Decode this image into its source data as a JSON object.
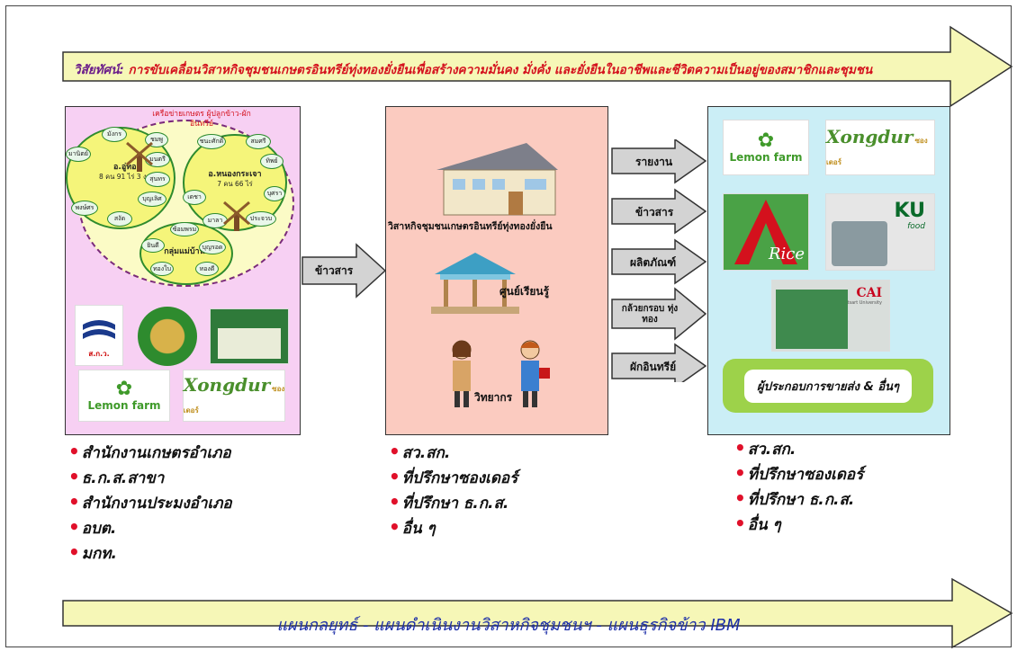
{
  "vision": {
    "lead": "วิสัยทัศน์:",
    "text": " การขับเคลื่อนวิสาหกิจชุมชนเกษตรอินทรีย์ทุ่งทองยั่งยืนเพื่อสร้างความมั่นคง มั่งคั่ง และยั่งยืนในอาชีพและชีวิตความเป็นอยู่ของสมาชิกและชุมชน"
  },
  "plan_banner": "แผนกลยุทธ์ - แผนดำเนินงานวิสาหกิจชุมชนฯ - แผนธุรกิจข้าว IBM",
  "left_panel": {
    "network_title": "เครือข่ายเกษตร ผู้ปลูกข้าว-ผักอินทรีย์",
    "group_a": {
      "name": "อ.อู่ทอง",
      "detail": "8 คน 91 ไร่ 3 งาน"
    },
    "group_b": {
      "name": "อ.หนองกระเจา",
      "detail": "7 คน 66 ไร่"
    },
    "group_c": {
      "name": "กลุ่มแม่บ้าน"
    },
    "members_a": [
      "มังกร",
      "มานิตย์",
      "ชมพู",
      "มนตรี",
      "สุนทร",
      "บุญเลิศ",
      "สงัด",
      "พงษ์ศร"
    ],
    "members_b": [
      "ชนะศักดิ์",
      "สมศรี",
      "ทิพย์",
      "เดชา",
      "บุศรา",
      "มาลา",
      "ประจวบ"
    ],
    "members_c": [
      "ซ้อมพรม",
      "ยินดี",
      "บุญรอด",
      "ทองใบ",
      "ทองดี"
    ],
    "logo_caption": "ส.ก.ว.",
    "lemon_text": "Lemon farm",
    "xong_text": "Xongdur",
    "xong_small": "ซองเดอร์"
  },
  "arrow_into_mid": "ข้าวสาร",
  "mid_panel": {
    "building_caption": "วิสาหกิจชุมชนเกษตรอินทรีย์ทุ่งทองยั่งยืน",
    "center_caption": "ศูนย์เรียนรู้",
    "speaker_caption": "วิทยากร"
  },
  "mid_to_right_arrows": [
    "รายงาน",
    "ข้าวสาร",
    "ผลิตภัณฑ์",
    "กล้วยกรอบ ทุ่งทอง",
    "ผักอินทรีย์"
  ],
  "right_panel": {
    "lemon_text": "Lemon farm",
    "xong_text": "Xongdur",
    "xong_small": "ซองเดอร์",
    "arice_text": "Rice",
    "ku_text": "KU",
    "ku_sub": "food",
    "cai_text": "CAI",
    "cai_sub": "Kasetsart University",
    "wholesale": "ผู้ประกอบการขายส่ง & อื่นๆ"
  },
  "lists": {
    "left": [
      "สำนักงานเกษตรอำเภอ",
      "ธ.ก.ส.สาขา",
      "สำนักงานประมงอำเภอ",
      "อบต.",
      "มกท."
    ],
    "mid": [
      "สว.สก.",
      "ที่ปรึกษาซองเดอร์",
      "ที่ปรึกษา ธ.ก.ส.",
      "อื่น ๆ"
    ],
    "right": [
      "สว.สก.",
      "ที่ปรึกษาซองเดอร์",
      "ที่ปรึกษา ธ.ก.ส.",
      "อื่น ๆ"
    ]
  },
  "colors": {
    "banner": "#f6f7b7",
    "left_panel": "#f7d0f3",
    "mid_panel": "#fbcbc0",
    "right_panel": "#cbeef6",
    "bullet": "#e0102a"
  }
}
